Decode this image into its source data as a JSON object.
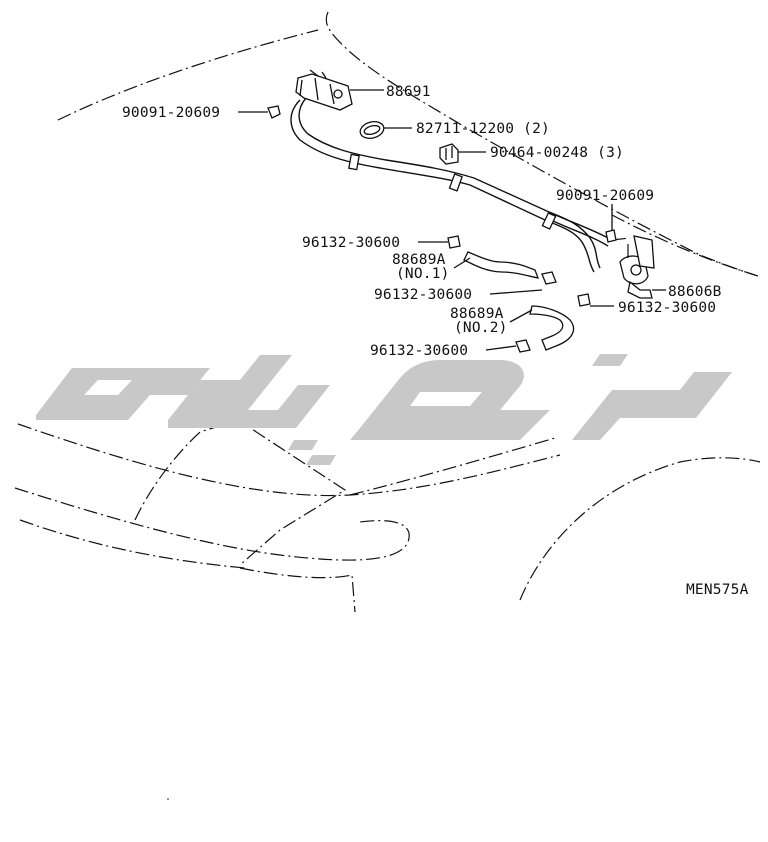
{
  "diagram": {
    "code": "MEN575A",
    "callouts": [
      {
        "id": "c1",
        "part": "88691"
      },
      {
        "id": "c2",
        "part": "90091-20609"
      },
      {
        "id": "c3",
        "part": "82711-12200 (2)"
      },
      {
        "id": "c4",
        "part": "90464-00248 (3)"
      },
      {
        "id": "c5",
        "part": "90091-20609"
      },
      {
        "id": "c6",
        "part": "96132-30600"
      },
      {
        "id": "c7",
        "part": "88689A"
      },
      {
        "id": "c8",
        "part": "(NO.1)"
      },
      {
        "id": "c9",
        "part": "96132-30600"
      },
      {
        "id": "c10",
        "part": "88606B"
      },
      {
        "id": "c11",
        "part": "96132-30600"
      },
      {
        "id": "c12",
        "part": "88689A"
      },
      {
        "id": "c13",
        "part": "(NO.2)"
      },
      {
        "id": "c14",
        "part": "96132-30600"
      }
    ]
  }
}
